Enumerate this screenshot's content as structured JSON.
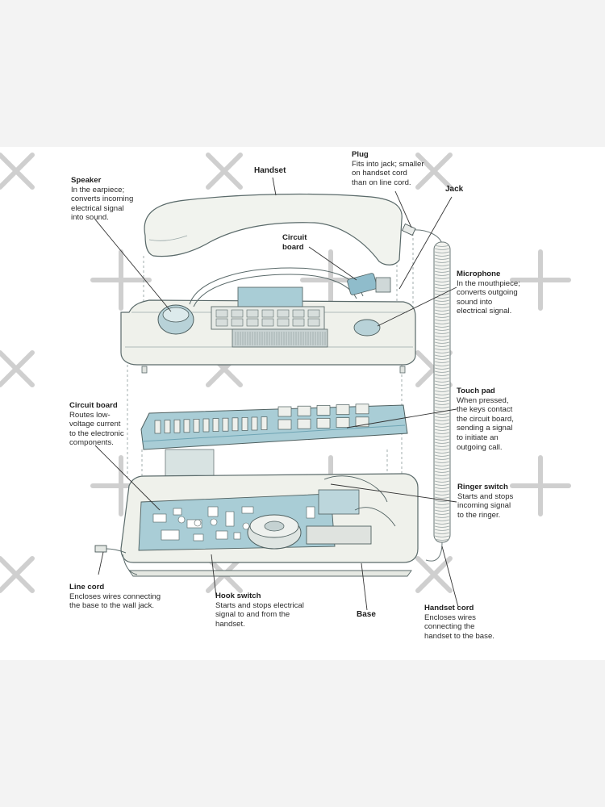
{
  "labels": {
    "speaker": {
      "name": "Speaker",
      "desc": "In the earpiece;\nconverts incoming\nelectrical signal\ninto sound."
    },
    "handset": {
      "name": "Handset"
    },
    "plug": {
      "name": "Plug",
      "desc": "Fits into jack; smaller\non handset cord\nthan on line cord."
    },
    "jack": {
      "name": "Jack"
    },
    "circuit_board_top": {
      "name": "Circuit\nboard"
    },
    "microphone": {
      "name": "Microphone",
      "desc": "In the mouthpiece;\nconverts outgoing\nsound into\nelectrical signal."
    },
    "touch_pad": {
      "name": "Touch pad",
      "desc": "When pressed,\nthe keys contact\nthe circuit board,\nsending a signal\nto initiate an\noutgoing call."
    },
    "circuit_board_left": {
      "name": "Circuit board",
      "desc": "Routes low-\nvoltage current\nto the electronic\ncomponents."
    },
    "ringer_switch": {
      "name": "Ringer switch",
      "desc": "Starts and stops\nincoming signal\nto the ringer."
    },
    "line_cord": {
      "name": "Line cord",
      "desc": "Encloses wires connecting\nthe base to the wall jack."
    },
    "hook_switch": {
      "name": "Hook switch",
      "desc": "Starts and stops electrical\nsignal to and from the\nhandset."
    },
    "base": {
      "name": "Base"
    },
    "handset_cord": {
      "name": "Handset cord",
      "desc": "Encloses wires\nconnecting the\nhandset to the base."
    }
  },
  "colors": {
    "outline": "#5a6a6a",
    "body": "#eef0ea",
    "board": "#a9cdd6",
    "board_dark": "#6ea4b4",
    "watermark": "#c8c8c8",
    "leader": "#333333"
  }
}
